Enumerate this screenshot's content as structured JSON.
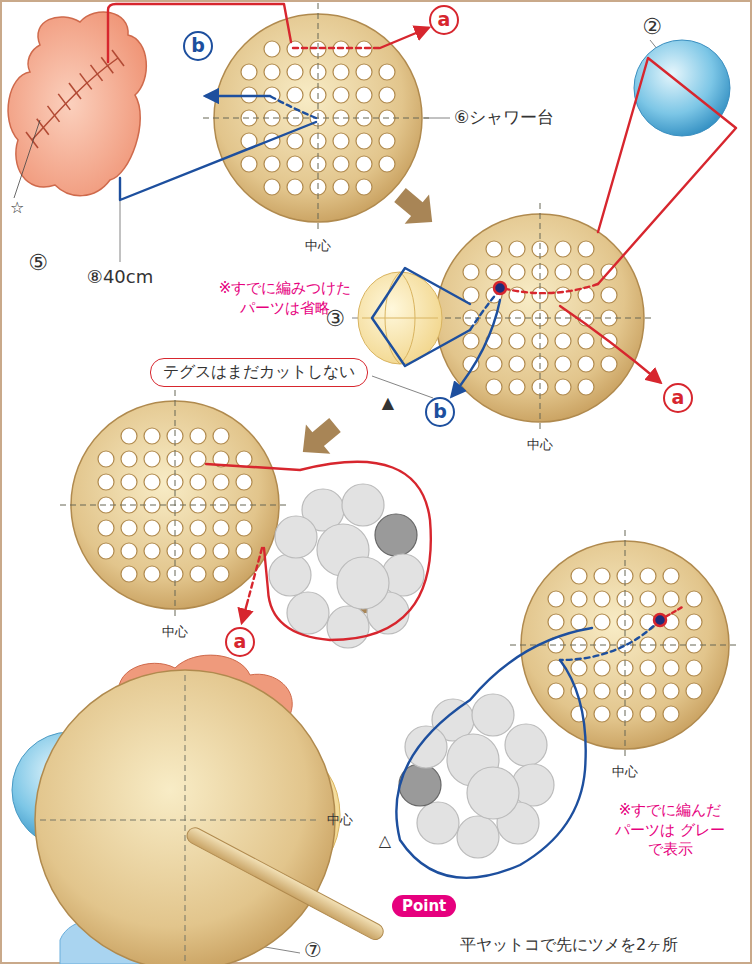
{
  "diagram": {
    "nodes": [
      {
        "text": [
          "テグスはまだカットしない"
        ]
      },
      {
        "text": [
          "Point"
        ]
      }
    ],
    "labels": [
      "a",
      "b",
      "☆",
      "⑥シャワー台",
      "⑤",
      "⑧40cm",
      "中心",
      "※すでに編みつけた パーツは省略",
      "②",
      "③",
      "a",
      "b",
      "中心",
      "▲",
      "中心",
      "a",
      "中心",
      "△",
      "※すでに編んだ パーツは グレーで表示",
      "中心",
      "⑦",
      "平ヤットコで先にツメを2ヶ所"
    ]
  }
}
